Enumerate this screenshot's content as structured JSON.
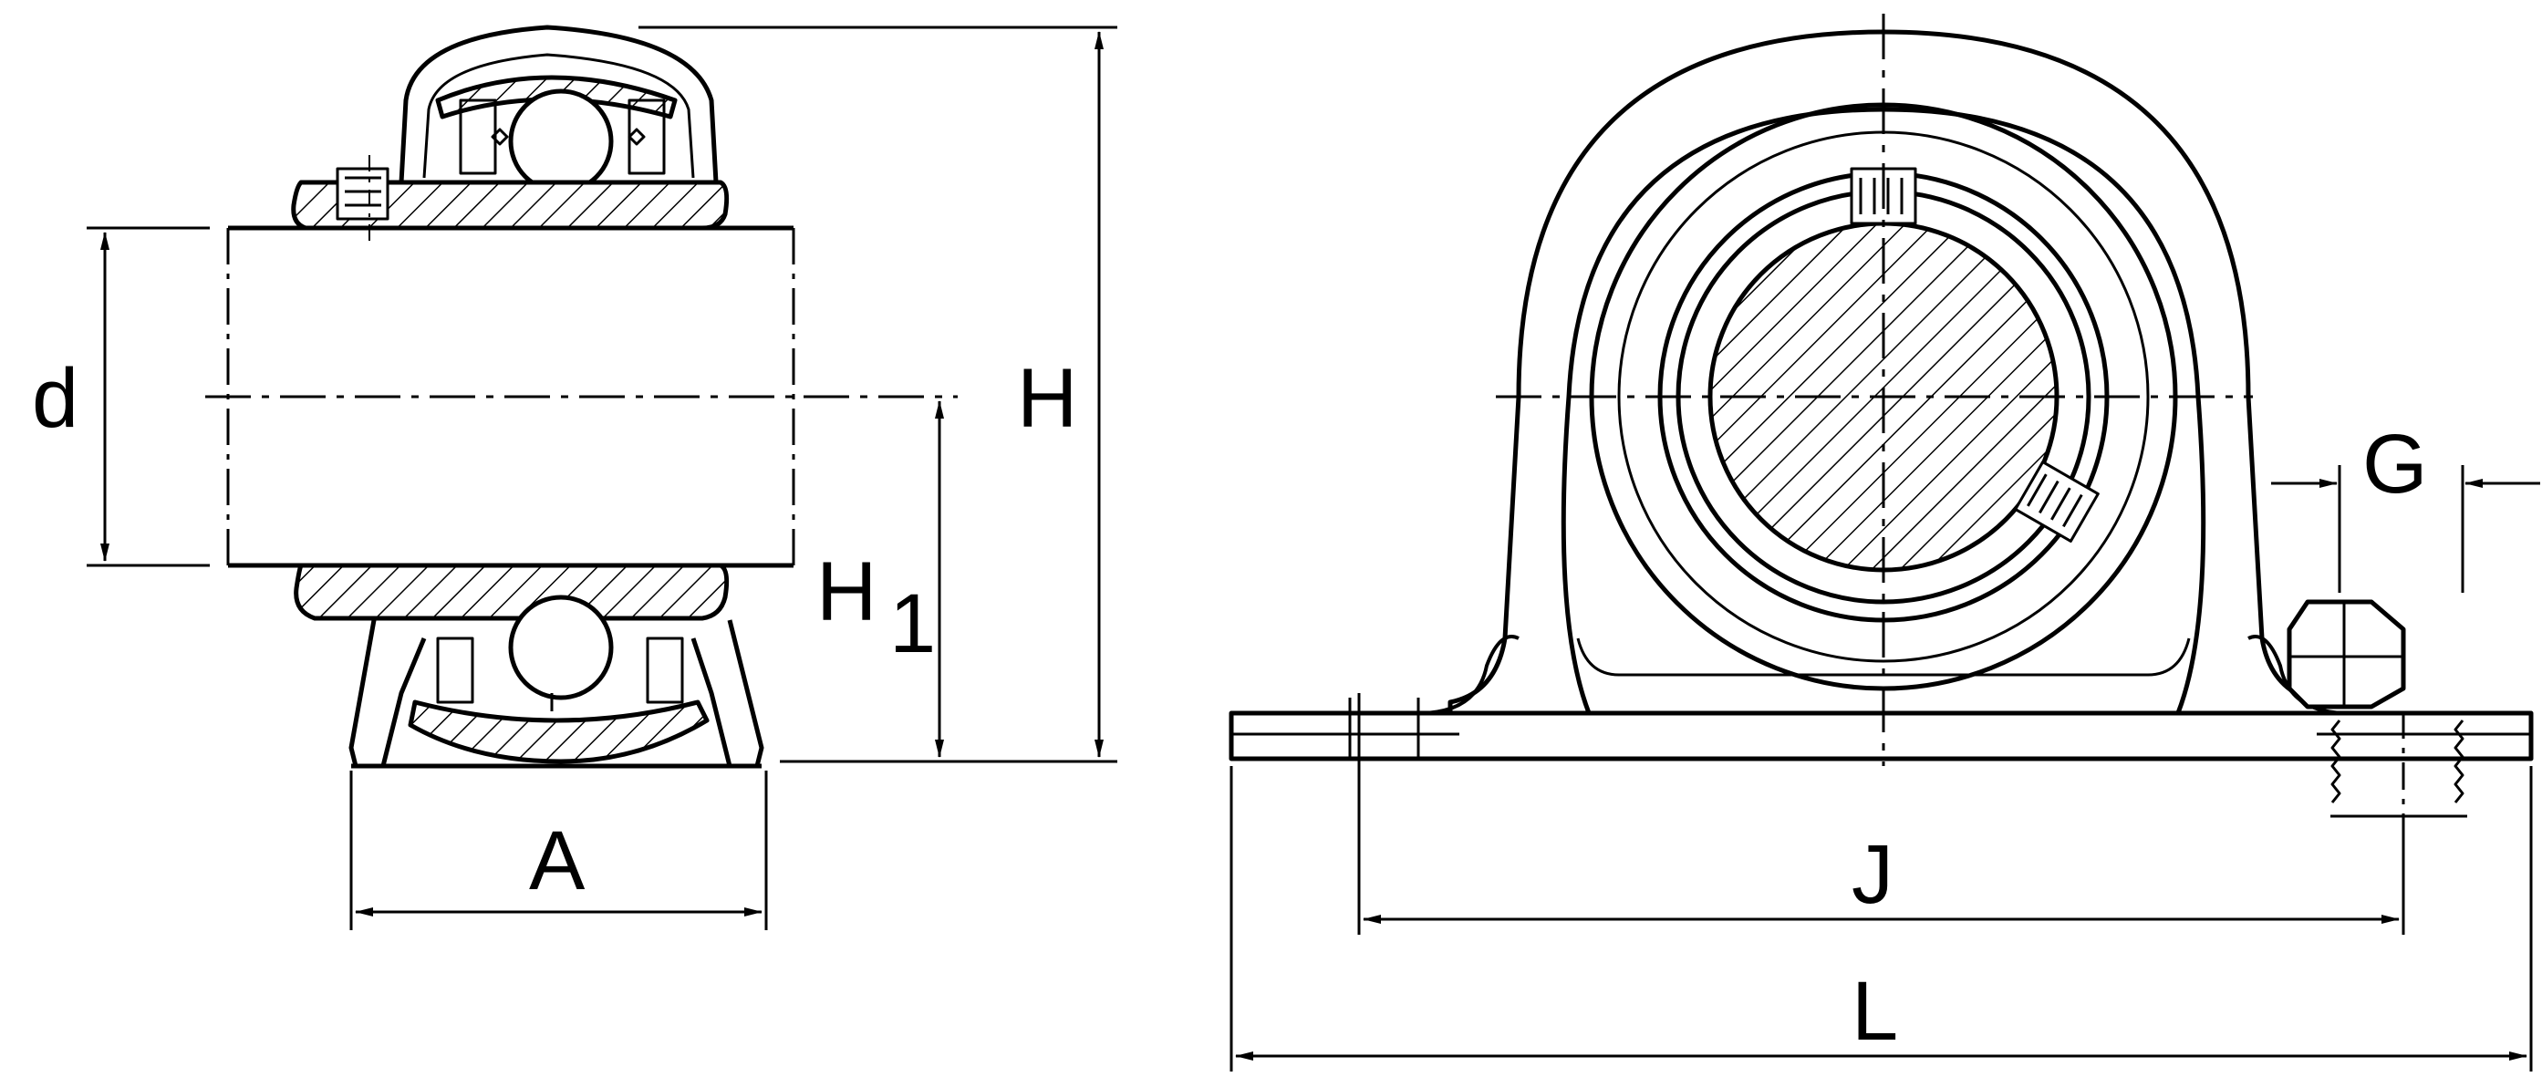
{
  "labels": {
    "d": "d",
    "H": "H",
    "H1_main": "H",
    "H1_sub": "1",
    "A": "A",
    "G": "G",
    "J": "J",
    "L": "L"
  },
  "colors": {
    "ink": "#000000",
    "paper": "#ffffff"
  }
}
